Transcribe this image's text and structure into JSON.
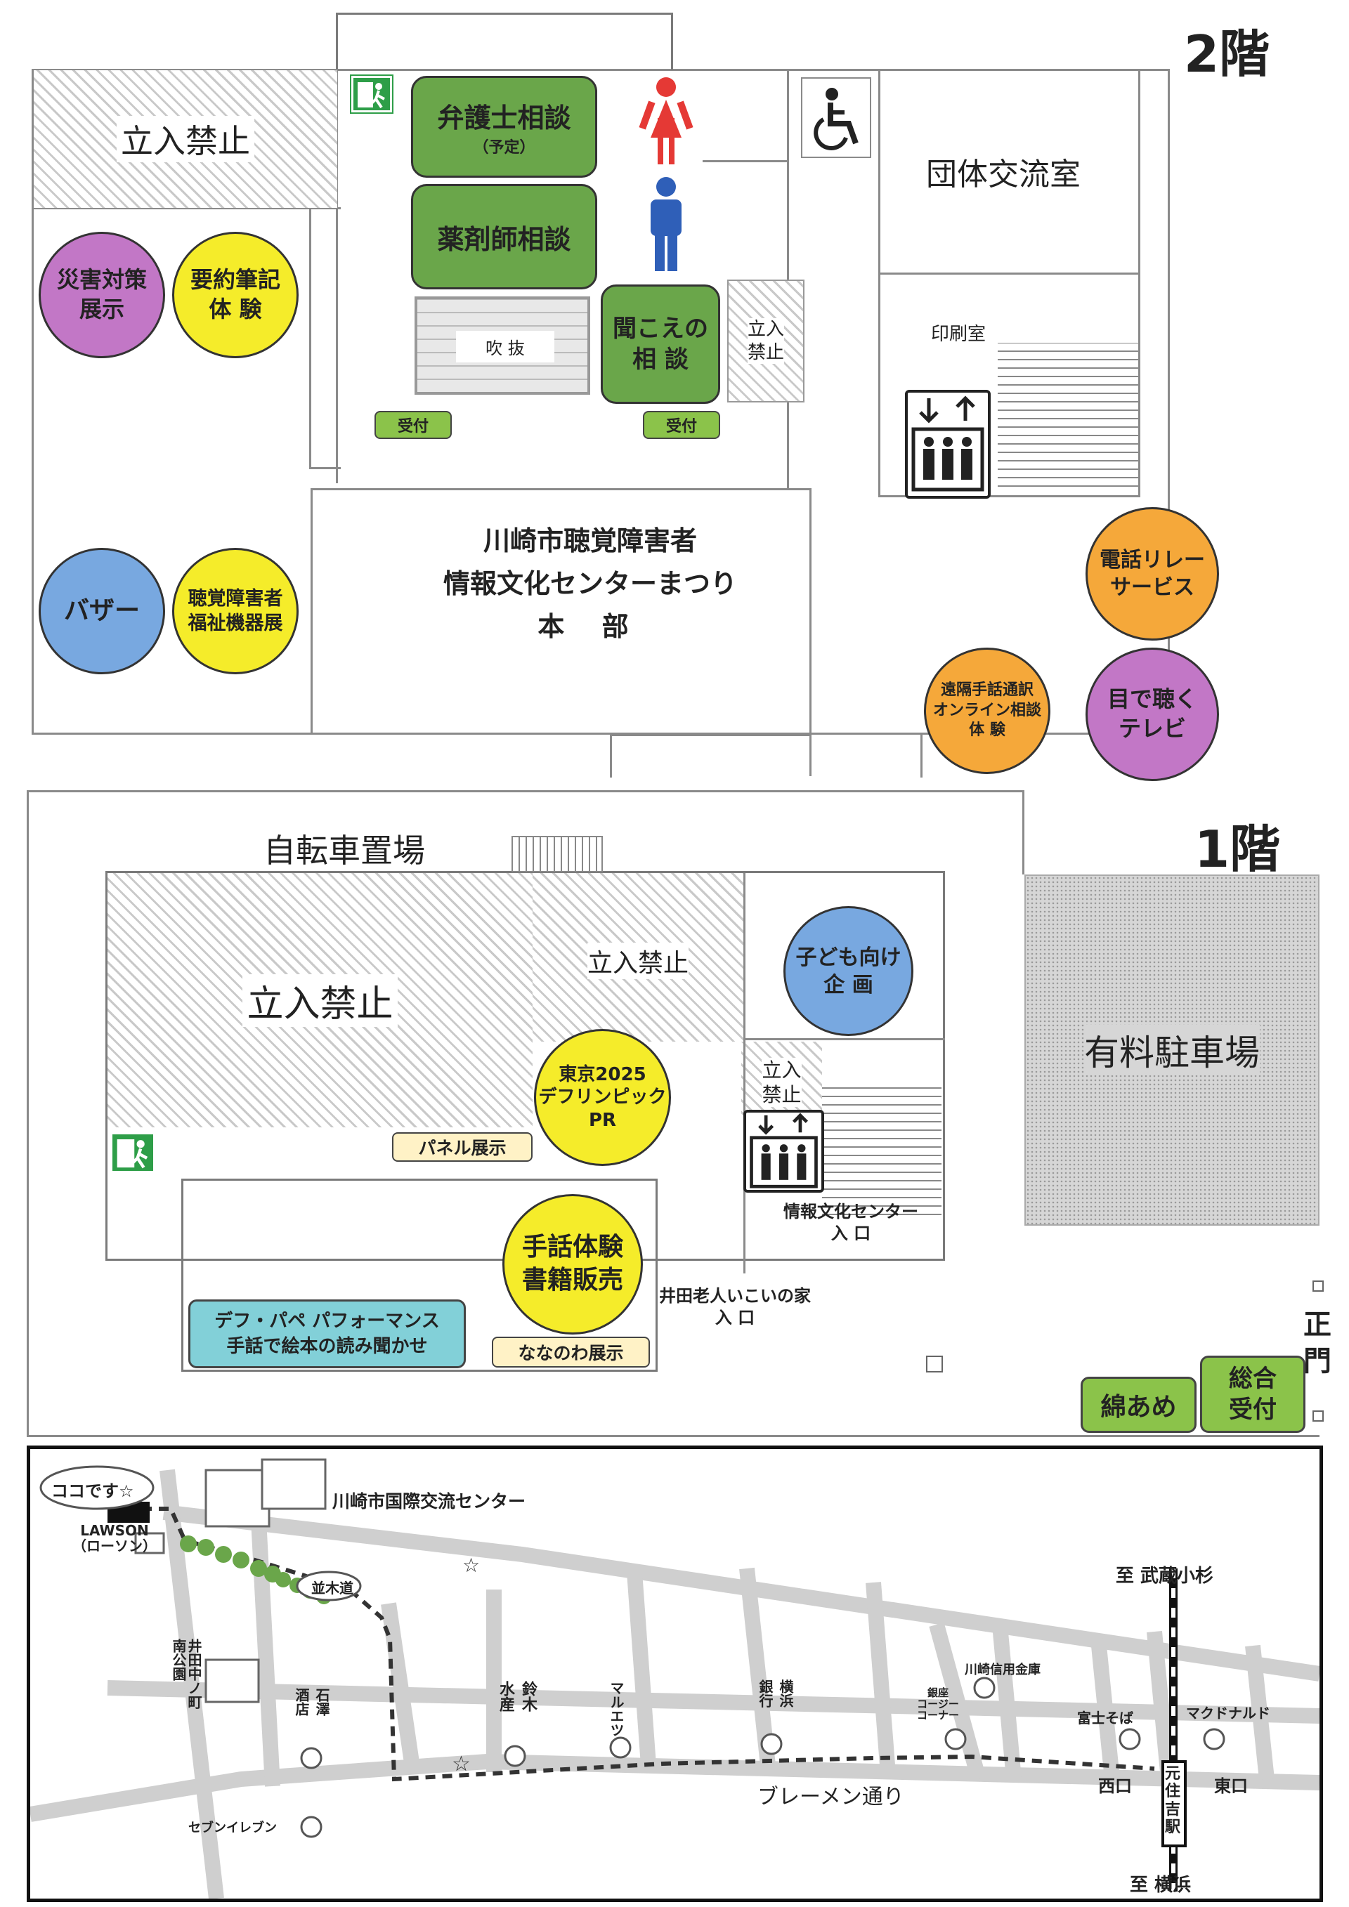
{
  "colors": {
    "green_booth": "#6aa64a",
    "green_light": "#8bc34a",
    "purple": "#c277c6",
    "yellow": "#f5ec2a",
    "blue_circle": "#78a8e0",
    "orange": "#f5a83a",
    "teal_box": "#82d0d8",
    "cream": "#fff2c6",
    "red_toilet": "#e53935",
    "blue_toilet": "#2f5fb8"
  },
  "floor2": {
    "title": "2階",
    "restricted_left": "立入禁止",
    "lawyer": {
      "title": "弁護士相談",
      "note": "（予定）"
    },
    "pharmacist": "薬剤師相談",
    "atrium": "吹 抜",
    "hearing": "聞こえの\n相 談",
    "restricted_small": "立入\n禁止",
    "reception_left": "受付",
    "reception_right": "受付",
    "group_room": "団体交流室",
    "print_room": "印刷室",
    "hq": {
      "line1": "川崎市聴覚障害者",
      "line2": "情報文化センターまつり",
      "line3": "本 部"
    },
    "circles": {
      "disaster": "災害対策\n展示",
      "summary": "要約筆記\n体 験",
      "bazaar": "バザー",
      "welfare": "聴覚障害者\n福祉機器展",
      "relay": "電話リレー\nサービス",
      "remote": "遠隔手話通訳\nオンライン相談\n体 験",
      "eye_tv": "目で聴く\nテレビ"
    }
  },
  "floor1": {
    "title": "1階",
    "bicycle": "自転車置場",
    "restricted_big": "立入禁止",
    "restricted_mid": "立入禁止",
    "restricted_small": "立入\n禁止",
    "kids": "子ども向け\n企 画",
    "deaflympics": "東京2025\nデフリンピック\nPR",
    "panel": "パネル展示",
    "sign_books": "手話体験\n書籍販売",
    "performance": "デフ・パペ パフォーマンス\n手話で絵本の読み聞かせ",
    "nanowa": "ななのわ展示",
    "center_entrance": "情報文化センター\n入 口",
    "elderly_entrance": "井田老人いこいの家\n入 口",
    "parking": "有料駐車場",
    "main_gate": "正\n門",
    "cotton_candy": "綿あめ",
    "general_reception": "総合\n受付"
  },
  "map": {
    "here": "ココです☆",
    "lawson": "LAWSON\n（ローソン）",
    "intl_center": "川崎市国際交流センター",
    "namiki": "並木道",
    "park": "井田中ノ町\n南公園",
    "ishizawa": "石澤\n酒店",
    "suzuki": "鈴木\n水産",
    "maruetsu": "マルエツ",
    "yokohama_bank": "横浜\n銀行",
    "ginkou": "銀座\nコージー\nコーナー",
    "shinkin": "川崎信用金庫",
    "fujisoba": "富士そば",
    "mcdonalds": "マクドナルド",
    "seven": "セブンイレブン",
    "bremen": "ブレーメン通り",
    "west_exit": "西口",
    "east_exit": "東口",
    "station": "元\n住\n吉\n駅",
    "to_musashikosugi": "至 武蔵小杉",
    "to_yokohama": "至 横浜"
  }
}
